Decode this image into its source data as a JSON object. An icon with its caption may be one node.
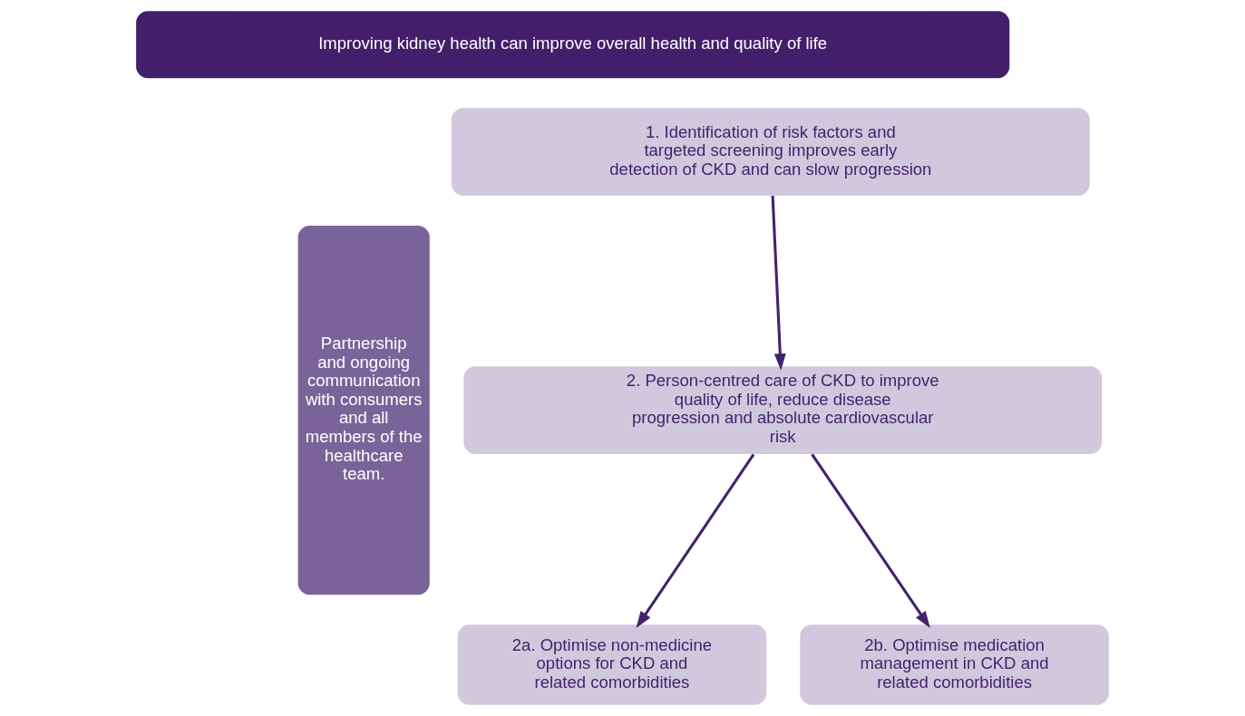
{
  "diagram": {
    "nodes": [
      {
        "text": [
          "Improving kidney health can improve overall health and quality of life"
        ]
      },
      {
        "text": [
          "Partnership and ongoing communication with consumers and all members of the healthcare team."
        ]
      },
      {
        "text": [
          "1. Identification of risk factors and targeted screening improves early detection of CKD and can slow progression"
        ]
      },
      {
        "text": [
          "2. Person-centred care of CKD to improve quality of life, reduce disease progression and absolute cardiovascular risk"
        ]
      },
      {
        "text": [
          "2a. Optimise non-medicine options for CKD and related comorbidities"
        ]
      },
      {
        "text": [
          "2b. Optimise medication management in CKD and related comorbidities"
        ]
      }
    ],
    "edges": [
      {
        "from": 2,
        "to": 3,
        "arrow": "to"
      },
      {
        "from": 3,
        "to": 4,
        "arrow": "to"
      },
      {
        "from": 3,
        "to": 5,
        "arrow": "to"
      }
    ]
  }
}
